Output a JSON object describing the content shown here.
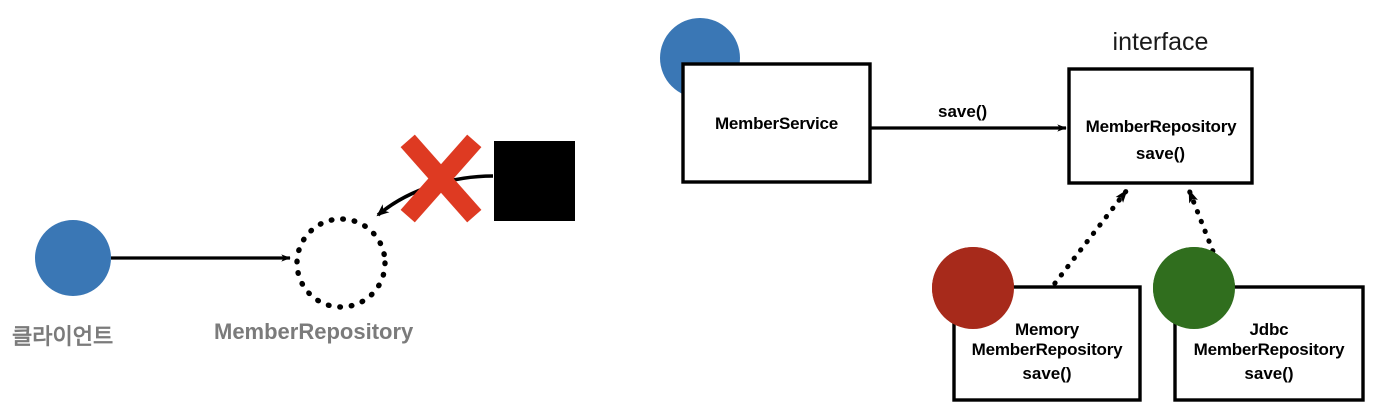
{
  "diagram": {
    "title_text_visible": false,
    "colors": {
      "blue": "#3a77b5",
      "dark_red": "#a72a1b",
      "green": "#306e1e",
      "cross_red": "#de3a22",
      "black": "#000000",
      "muted_gray": "#7b7b7b",
      "box_fill": "#ffffff",
      "box_stroke": "#000000"
    },
    "left_panel": {
      "client_circle": {
        "name": "client-circle",
        "color": "#3a77b5"
      },
      "client_label": "클라이언트",
      "abstract_circle": {
        "name": "member-repository-dotted-circle",
        "style": "dotted"
      },
      "abstract_label": "MemberRepository",
      "impl_box": {
        "name": "black-implementation-box",
        "color": "#000000"
      },
      "cross_mark": {
        "name": "red-x-mark",
        "color": "#de3a22"
      },
      "arrow_client_to_interface": "solid-arrow",
      "arrow_impl_to_interface": "curved-arrow-blocked"
    },
    "right_panel": {
      "service": {
        "badge_color": "#3a77b5",
        "class_name": "MemberService"
      },
      "interface": {
        "caption": "interface",
        "class_name": "MemberRepository",
        "method": "save()"
      },
      "call_edge_label": "save()",
      "implementations": [
        {
          "badge_color": "#a72a1b",
          "name_line1": "Memory",
          "name_line2": "MemberRepository",
          "method": "save()"
        },
        {
          "badge_color": "#306e1e",
          "name_line1": "Jdbc",
          "name_line2": "MemberRepository",
          "method": "save()"
        }
      ]
    }
  }
}
